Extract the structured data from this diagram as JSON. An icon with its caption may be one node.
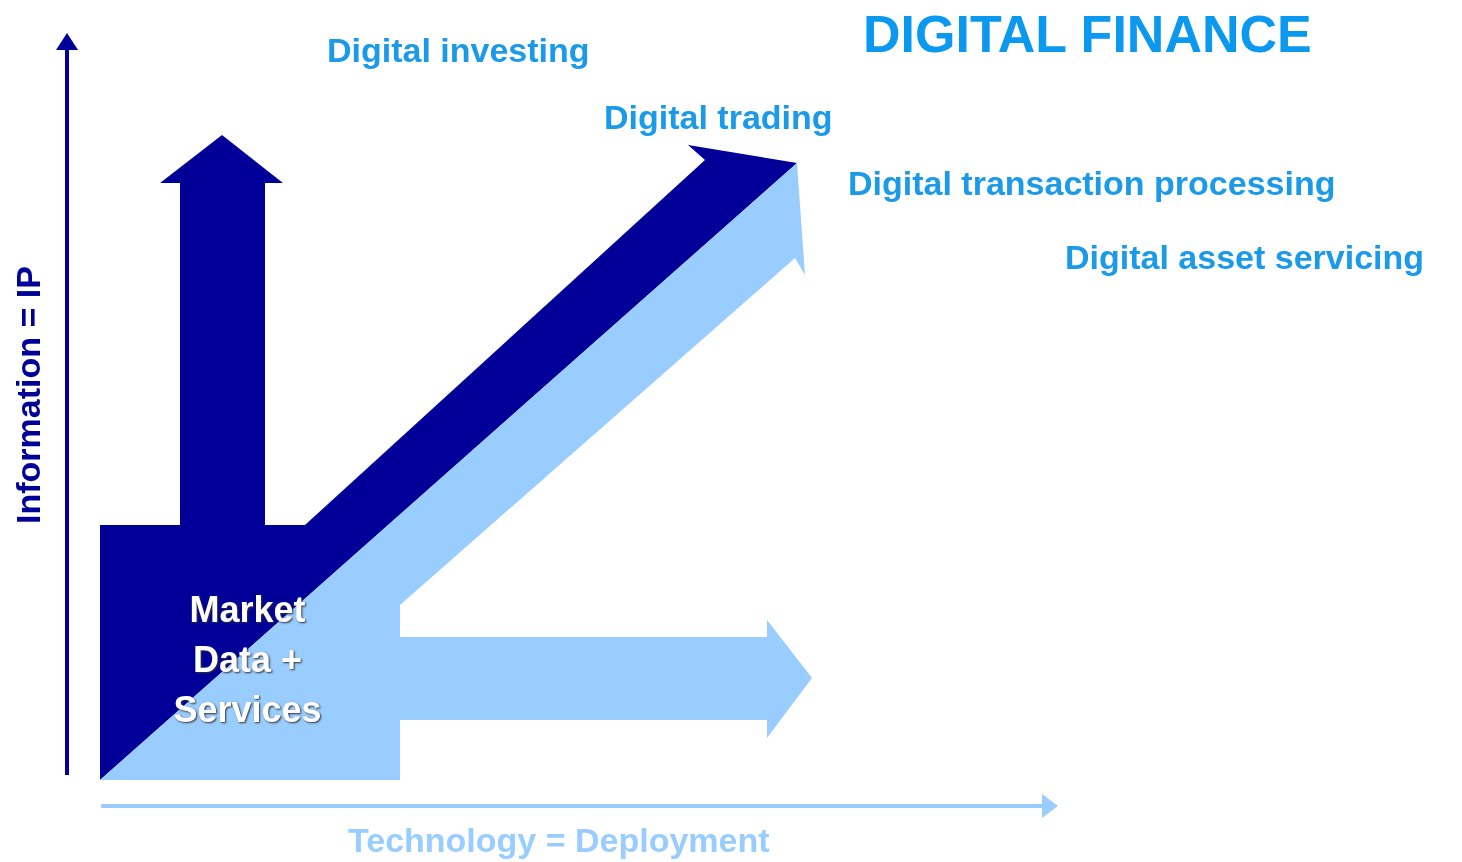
{
  "diagram": {
    "title": "DIGITAL FINANCE",
    "nodes": [
      {
        "text": [
          "Market Data + Services"
        ]
      }
    ],
    "labels": [
      "Digital investing",
      "Digital trading",
      "Digital transaction processing",
      "Digital asset servicing",
      "Information = IP",
      "Technology = Deployment"
    ]
  }
}
